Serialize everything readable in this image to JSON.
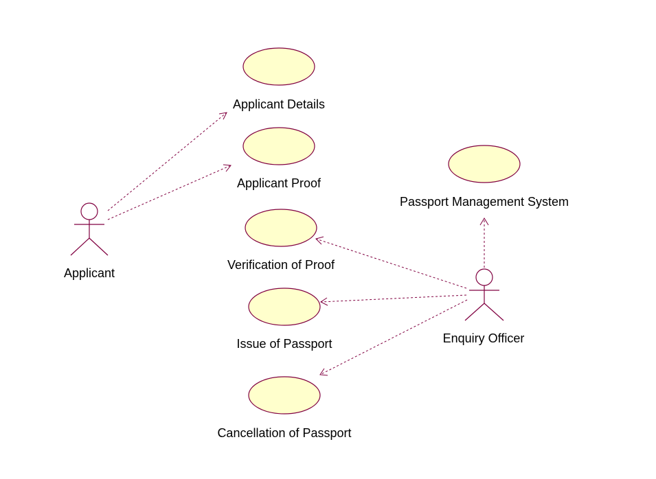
{
  "colors": {
    "usecase_fill": "#ffffcc",
    "line": "#800040",
    "text": "#000000",
    "background": "#ffffff"
  },
  "actors": {
    "applicant": {
      "label": "Applicant"
    },
    "enquiry_officer": {
      "label": "Enquiry Officer"
    }
  },
  "use_cases": {
    "applicant_details": {
      "label": "Applicant Details"
    },
    "applicant_proof": {
      "label": "Applicant Proof"
    },
    "verification_of_proof": {
      "label": "Verification of Proof"
    },
    "issue_of_passport": {
      "label": "Issue of Passport"
    },
    "cancellation_of_passport": {
      "label": "Cancellation of Passport"
    },
    "passport_management_system": {
      "label": "Passport Management System"
    }
  },
  "relationships": [
    {
      "from": "Applicant",
      "to": "Applicant Details",
      "style": "dashed-arrow"
    },
    {
      "from": "Applicant",
      "to": "Applicant Proof",
      "style": "dashed-arrow"
    },
    {
      "from": "Enquiry Officer",
      "to": "Verification of Proof",
      "style": "dashed-arrow"
    },
    {
      "from": "Enquiry Officer",
      "to": "Issue of Passport",
      "style": "dashed-arrow"
    },
    {
      "from": "Enquiry Officer",
      "to": "Cancellation of Passport",
      "style": "dashed-arrow"
    },
    {
      "from": "Enquiry Officer",
      "to": "Passport Management System",
      "style": "dashed-arrow"
    }
  ]
}
